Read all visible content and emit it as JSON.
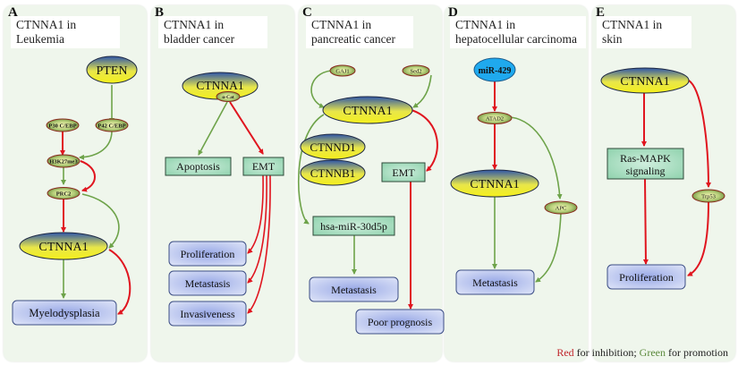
{
  "panels": [
    {
      "letter": "A",
      "title_line1": "CTNNA1 in",
      "title_line2": "Leukemia"
    },
    {
      "letter": "B",
      "title_line1": "CTNNA1 in",
      "title_line2": "bladder cancer"
    },
    {
      "letter": "C",
      "title_line1": "CTNNA1 in",
      "title_line2": "pancreatic cancer"
    },
    {
      "letter": "D",
      "title_line1": "CTNNA1 in",
      "title_line2": "hepatocellular carcinoma"
    },
    {
      "letter": "E",
      "title_line1": "CTNNA1 in",
      "title_line2": "skin"
    }
  ],
  "nodes": {
    "a_pten": "PTEN",
    "a_p30": "P30 C/EBP",
    "a_p42": "P42 C/EBP",
    "a_h3k27me3": "H3K27me3",
    "a_prc2": "PRC2",
    "a_ctnna1": "CTNNA1",
    "a_myelodysplasia": "Myelodysplasia",
    "b_ctnna1": "CTNNA1",
    "b_acat": "α-Cat",
    "b_apoptosis": "Apoptosis",
    "b_emt": "EMT",
    "b_proliferation": "Proliferation",
    "b_metastasis": "Metastasis",
    "b_invasiveness": "Invasiveness",
    "c_gaj1": "GAJ1",
    "c_sed2": "Sed2",
    "c_ctnna1": "CTNNA1",
    "c_ctnnd1": "CTNND1",
    "c_ctnnb1": "CTNNB1",
    "c_emt": "EMT",
    "c_mir30d5p": "hsa-miR-30d5p",
    "c_metastasis": "Metastasis",
    "c_poor_prognosis": "Poor prognosis",
    "d_mir429": "miR-429",
    "d_atad2": "ATAD2",
    "d_ctnna1": "CTNNA1",
    "d_apc": "APC",
    "d_metastasis": "Metastasis",
    "e_ctnna1": "CTNNA1",
    "e_rasmapk_line1": "Ras-MAPK",
    "e_rasmapk_line2": "signaling",
    "e_trp53": "Trp53",
    "e_proliferation": "Proliferation"
  },
  "legend": {
    "red_word": "Red",
    "red_rest": " for inhibition; ",
    "green_word": "Green",
    "green_rest": " for promotion"
  },
  "colors": {
    "inhibition": "#e0151f",
    "promotion": "#6ea34a",
    "panel_bg": "#eff6ec"
  }
}
